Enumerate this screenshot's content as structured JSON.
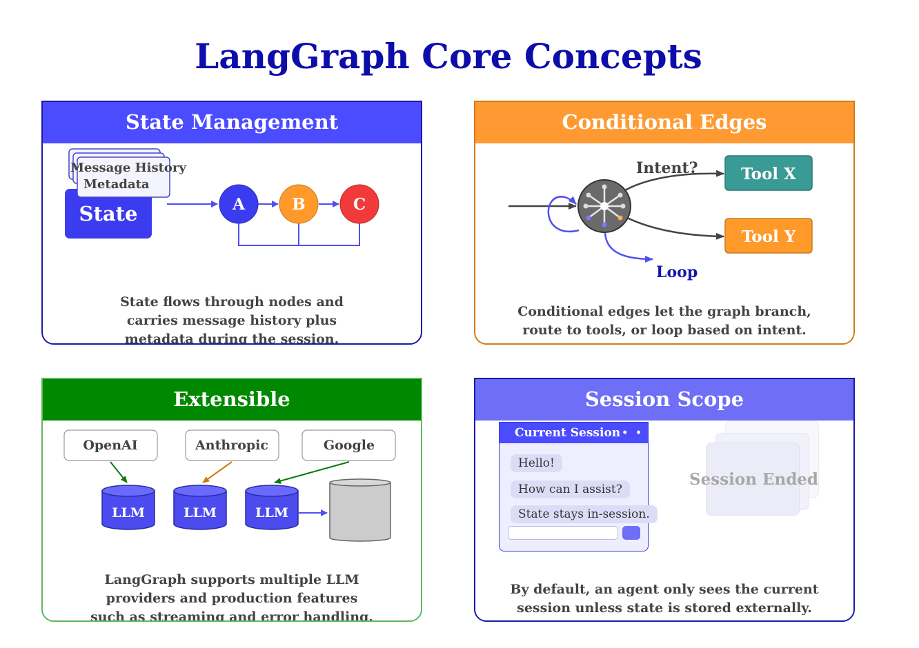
{
  "title": "LangGraph Core Concepts",
  "panels": {
    "state": {
      "header": "State Management",
      "cards": [
        "Message History",
        "Metadata"
      ],
      "state_label": "State",
      "nodes": [
        "A",
        "B",
        "C"
      ],
      "caption": [
        "State flows through nodes and",
        "carries message history plus",
        "metadata during the session."
      ]
    },
    "conditional": {
      "header": "Conditional Edges",
      "intent_label": "Intent?",
      "tools": [
        "Tool X",
        "Tool Y"
      ],
      "loop_label": "Loop",
      "caption": [
        "Conditional edges let the graph branch,",
        "route to tools, or loop based on intent."
      ]
    },
    "extensible": {
      "header": "Extensible",
      "providers": [
        "OpenAI",
        "Anthropic",
        "Google"
      ],
      "llm_label": "LLM",
      "caption": [
        "LangGraph supports multiple LLM",
        "providers and production features",
        "such as streaming and error handling."
      ]
    },
    "session": {
      "header": "Session Scope",
      "window_title": "Current Session",
      "messages": [
        "Hello!",
        "How can I assist?",
        "State stays in-session."
      ],
      "ended_label": "Session Ended",
      "caption": [
        "By default, an agent only sees the current",
        "session unless state is stored externally."
      ]
    }
  },
  "colors": {
    "title": "#0d0daa",
    "state_header": "#4b4bff",
    "conditional_header": "#ff9a33",
    "extensible_header": "#008800",
    "session_header": "#6e6ef7",
    "node_a": "#3b3bf0",
    "node_b": "#ff9a2a",
    "node_c": "#f23a3a",
    "tool_x": "#3a9a96",
    "tool_y": "#ff9a2a"
  }
}
